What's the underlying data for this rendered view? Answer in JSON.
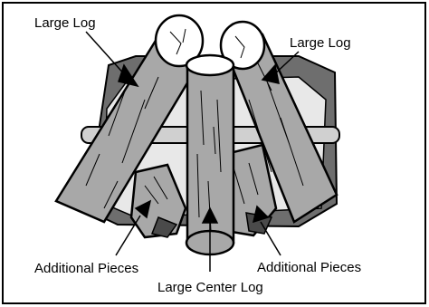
{
  "labels": {
    "large_log_left": "Large Log",
    "large_log_right": "Large Log",
    "additional_pieces_left": "Additional Pieces",
    "additional_pieces_right": "Additional Pieces",
    "large_center_log": "Large Center Log"
  },
  "colors": {
    "log_fill": "#a8a8a8",
    "log_end": "#ffffff",
    "firebox_dark": "#6e6e6e",
    "grate_light": "#d0d0d0",
    "outline": "#000000"
  }
}
